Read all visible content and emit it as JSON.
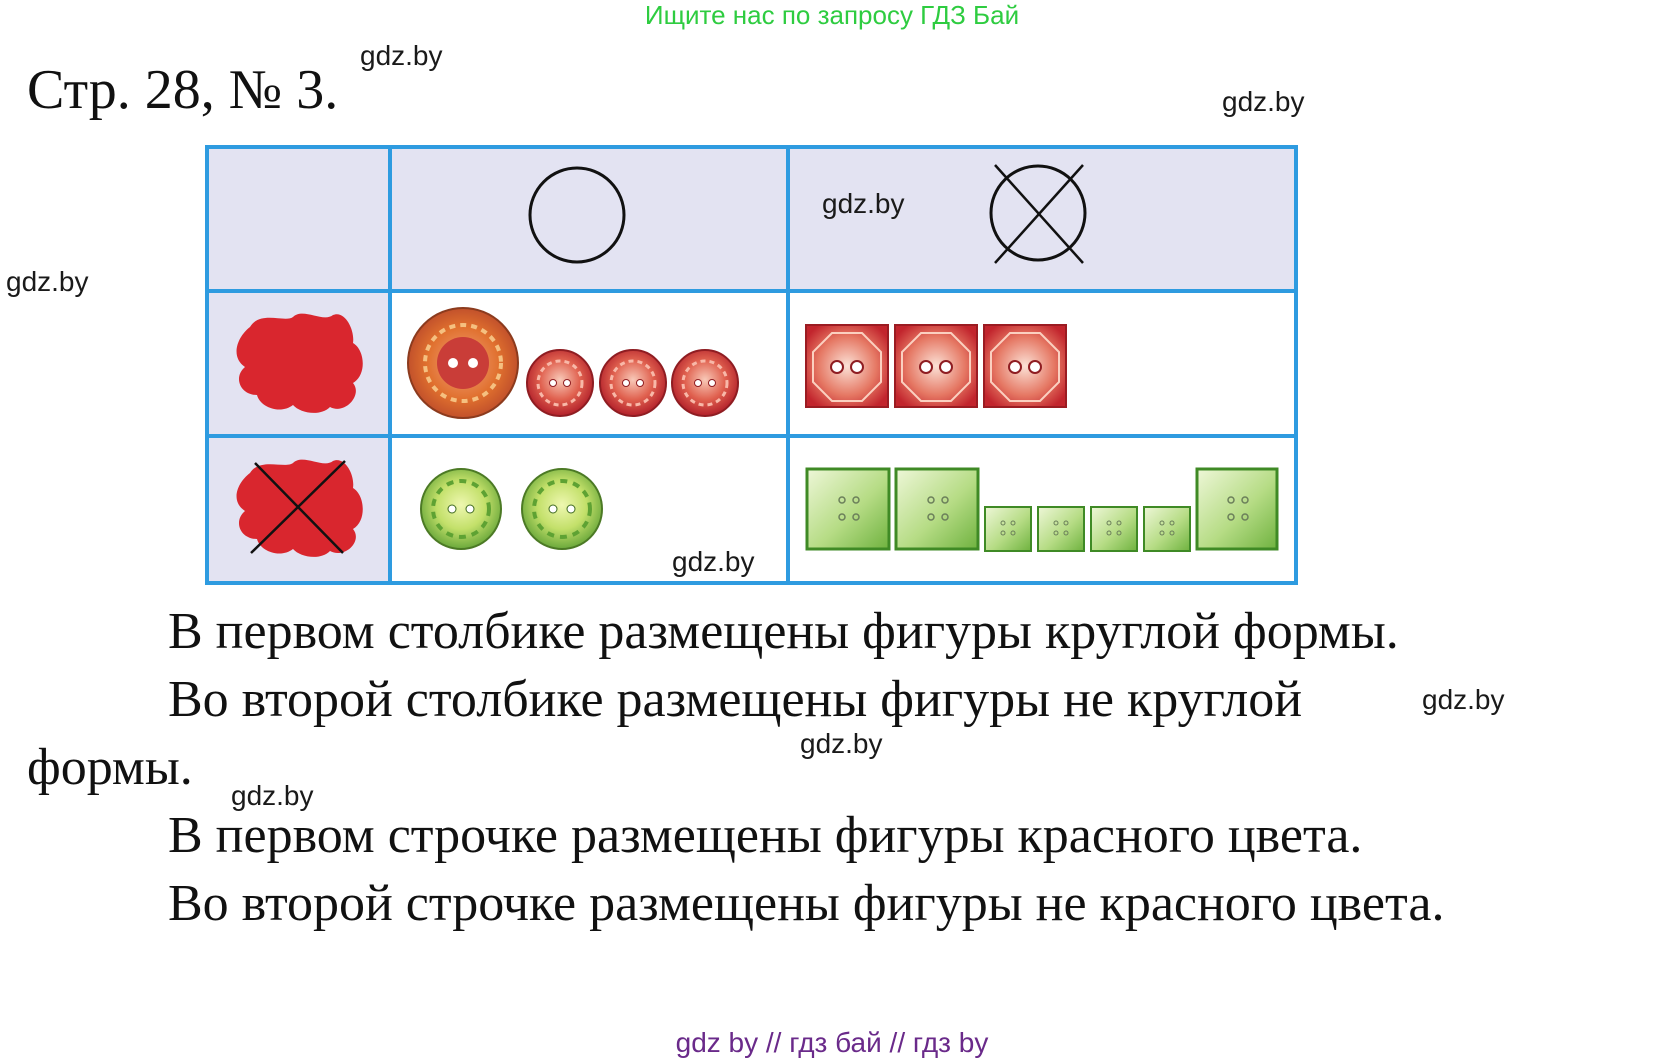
{
  "banner": "Ищите нас по запросу ГДЗ Бай",
  "heading": "Стр. 28, № 3.",
  "watermark": "gdz.by",
  "paragraphs": {
    "p1": "В первом столбике размещены фигуры круглой формы.",
    "p2a": "Во второй столбике размещены фигуры не круглой",
    "p2b": "формы.",
    "p3": "В первом строчке размещены фигуры красного цвета.",
    "p4": "Во второй строчке размещены фигуры не красного цвета."
  },
  "footer": "gdz by  //  гдз бай  //  гдз by",
  "colors": {
    "table_border": "#2e9be0",
    "header_fill": "#e3e3f2",
    "blot_red": "#d9262e",
    "button_red_dark": "#c0392b",
    "button_orange": "#d9662a",
    "button_green": "#8cc63f",
    "button_green_dark": "#4c9a2a"
  },
  "icons": {
    "header_col1": "circle-icon",
    "header_col2": "crossed-circle-icon",
    "row1_label": "red-blot-icon",
    "row2_label": "crossed-red-blot-icon"
  },
  "table": {
    "row1_round": [
      "large-orange-round-button",
      "red-round-button",
      "red-round-button",
      "red-round-button"
    ],
    "row1_nonround": [
      "red-square-button",
      "red-square-button",
      "red-square-button"
    ],
    "row2_round": [
      "green-round-button",
      "green-round-button"
    ],
    "row2_nonround": [
      "green-square-button",
      "green-square-button",
      "small-green-square-button",
      "small-green-square-button",
      "small-green-square-button",
      "small-green-square-button",
      "green-square-button"
    ]
  }
}
